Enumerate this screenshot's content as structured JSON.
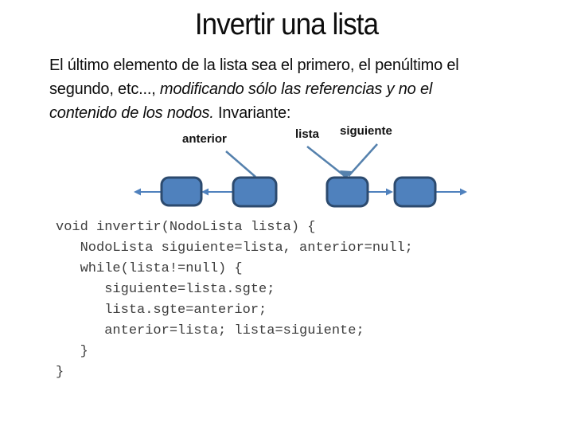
{
  "slide": {
    "title": "Invertir una lista"
  },
  "body": {
    "line1_normal": "El último elemento de la lista sea el primero, el penúltimo el",
    "line2_normal": "segundo, etc..., ",
    "line2_italic": "modificando sólo las referencias y no el",
    "line3_italic": "contenido de los nodos.",
    "line3_normal": " Invariante:"
  },
  "diagram": {
    "labels": {
      "anterior": "anterior",
      "lista": "lista",
      "siguiente": "siguiente"
    },
    "node_count": 4,
    "description": "linked list being inverted: left two nodes point left, right two nodes point right",
    "colors": {
      "node_fill": "#4f81bd",
      "node_border": "#2c4a6e",
      "connector": "#4f81bd",
      "callout": "#5581ad"
    }
  },
  "code": {
    "lines": [
      "void invertir(NodoLista lista) {",
      "   NodoLista siguiente=lista, anterior=null;",
      "   while(lista!=null) {",
      "      siguiente=lista.sgte;",
      "      lista.sgte=anterior;",
      "      anterior=lista; lista=siguiente;",
      "   }",
      "}"
    ]
  }
}
